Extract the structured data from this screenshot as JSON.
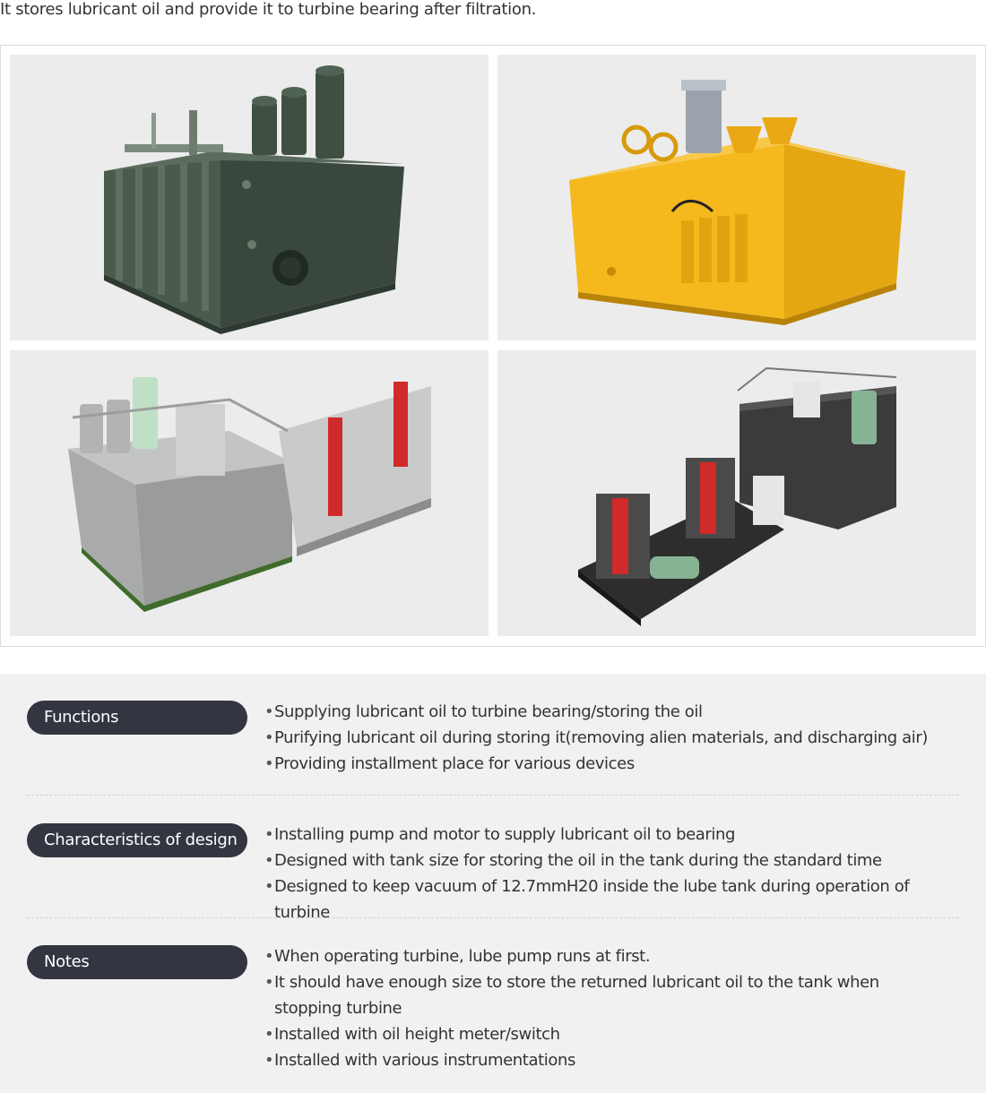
{
  "intro": "It stores lubricant oil and provide it to turbine bearing after filtration.",
  "gallery": {
    "images": [
      {
        "name": "green-lube-tank-photo",
        "color": "#3d4a40"
      },
      {
        "name": "yellow-lube-tank-photo",
        "color": "#f2b81e"
      },
      {
        "name": "grey-lube-system-render",
        "color": "#a9aaa9"
      },
      {
        "name": "black-lube-system-render",
        "color": "#3a3a3a"
      }
    ]
  },
  "sections": [
    {
      "label": "Functions",
      "items": [
        "Supplying lubricant oil to turbine bearing/storing the oil",
        "Purifying lubricant oil during storing it(removing alien materials, and discharging air)",
        "Providing installment place for various devices"
      ]
    },
    {
      "label": "Characteristics of design",
      "items": [
        "Installing pump and motor to supply lubricant oil to bearing",
        "Designed with tank size for storing the oil in the tank during the standard time",
        "Designed to keep vacuum of 12.7mmH20 inside the lube tank during operation of turbine"
      ]
    },
    {
      "label": "Notes",
      "items": [
        "When operating turbine, lube pump runs at first.",
        "It should have enough size to store the returned lubricant oil to the tank when stopping turbine",
        "Installed with oil height meter/switch",
        "Installed with various instrumentations"
      ]
    }
  ]
}
